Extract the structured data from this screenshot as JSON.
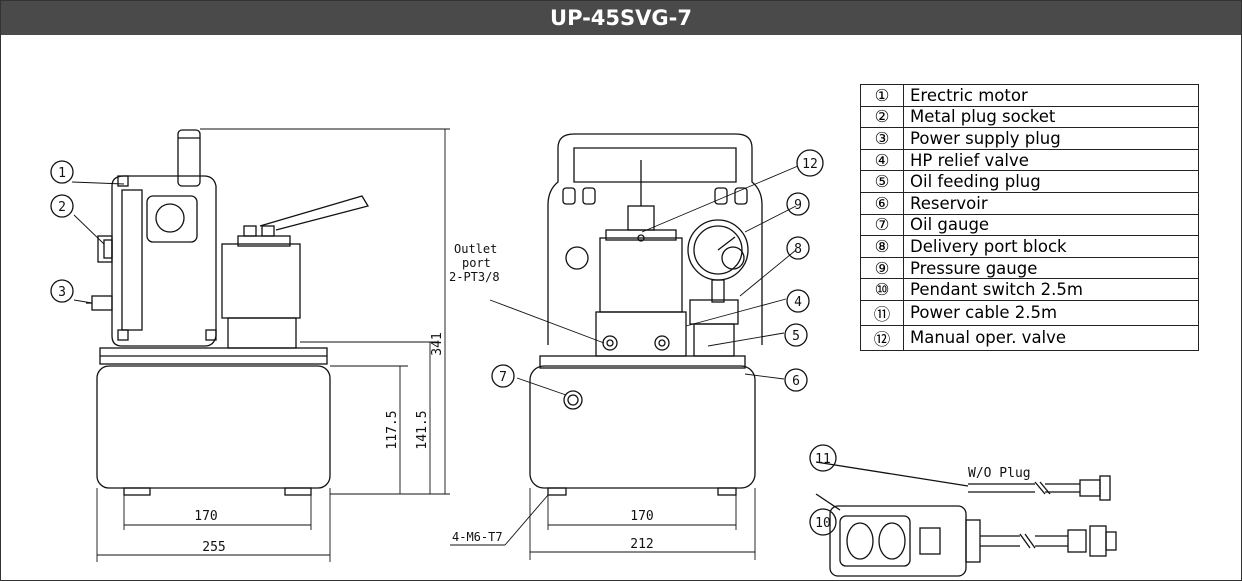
{
  "title": "UP-45SVG-7",
  "parts": [
    {
      "num": "①",
      "desc": "Erectric motor"
    },
    {
      "num": "②",
      "desc": "Metal plug socket"
    },
    {
      "num": "③",
      "desc": "Power supply plug"
    },
    {
      "num": "④",
      "desc": "HP relief valve"
    },
    {
      "num": "⑤",
      "desc": "Oil feeding plug"
    },
    {
      "num": "⑥",
      "desc": "Reservoir"
    },
    {
      "num": "⑦",
      "desc": "Oil gauge"
    },
    {
      "num": "⑧",
      "desc": "Delivery port block"
    },
    {
      "num": "⑨",
      "desc": "Pressure gauge"
    },
    {
      "num": "⑩",
      "desc": "Pendant switch 2.5m"
    },
    {
      "num": "⑪",
      "desc": "Power cable 2.5m"
    },
    {
      "num": "⑫",
      "desc": "Manual oper. valve"
    }
  ],
  "callouts": [
    "1",
    "2",
    "3",
    "4",
    "5",
    "6",
    "7",
    "8",
    "9",
    "10",
    "11",
    "12"
  ],
  "dimensions": {
    "side_base_width": "170",
    "side_overall_width": "255",
    "front_base_width": "170",
    "front_overall_width": "212",
    "overall_height": "341",
    "height_141": "141.5",
    "height_117": "117.5"
  },
  "notes": {
    "outlet_line1": "Outlet",
    "outlet_line2": "port",
    "outlet_line3": "2-PT3/8",
    "mount": "4-M6-T7",
    "cable_plug": "W/O Plug"
  },
  "colors": {
    "title_bg": "#4a4a4a",
    "title_text": "#ffffff",
    "line": "#111111"
  }
}
